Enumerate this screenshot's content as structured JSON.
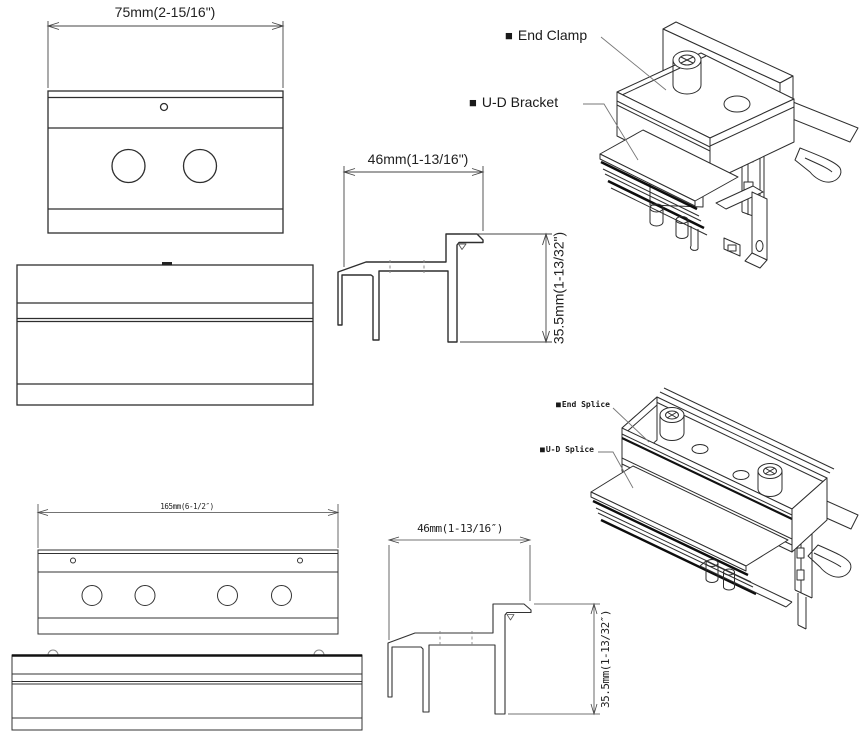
{
  "drawing": {
    "dimensions": {
      "clamp_front_width": "75mm(2-15/16\")",
      "clamp_profile_width": "46mm(1-13/16\")",
      "clamp_profile_height": "35.5mm(1-13/32\")",
      "splice_front_length": "165mm(6-1/2″)",
      "splice_profile_width": "46mm(1-13/16″)",
      "splice_profile_height": "35.5mm(1-13/32″)"
    },
    "labels": {
      "end_clamp": "End Clamp",
      "ud_bracket": "U-D Bracket",
      "end_splice": "End Splice",
      "ud_splice": "U-D Splice"
    },
    "icons": {
      "label_marker": "■"
    },
    "colors": {
      "line": "#2e2e2e",
      "thin_line": "#333333",
      "dim_line": "#444444",
      "leader_line": "#777777",
      "strip_black": "#0d0d0d",
      "background": "#ffffff"
    }
  }
}
